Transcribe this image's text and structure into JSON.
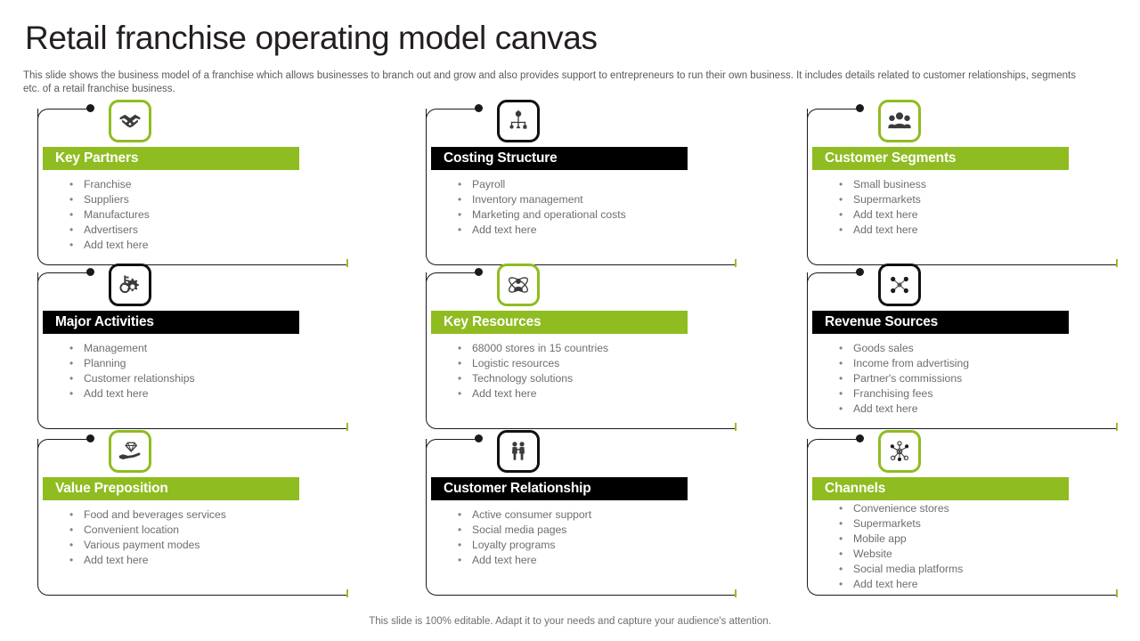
{
  "slide": {
    "title": "Retail franchise operating model canvas",
    "subtitle": "This slide shows the business model of a franchise which allows businesses to branch out and grow and also provides support to entrepreneurs to run their own business. It includes details related to customer relationships, segments etc. of a retail franchise business.",
    "footer": "This slide is 100% editable. Adapt it to your needs and capture your audience's attention."
  },
  "colors": {
    "accent_green": "#8fbc20",
    "dark": "#000000",
    "text_grey": "#6d6e71",
    "title_black": "#231f20"
  },
  "cards": [
    {
      "id": "key-partners",
      "title": "Key Partners",
      "theme": "green",
      "icon": "handshake-icon",
      "items": [
        "Franchise",
        "Suppliers",
        "Manufactures",
        "Advertisers",
        "Add text here"
      ]
    },
    {
      "id": "costing-structure",
      "title": "Costing Structure",
      "theme": "dark",
      "icon": "cost-structure-tree-icon",
      "items": [
        "Payroll",
        "Inventory  management",
        "Marketing and operational  costs",
        "Add text here"
      ]
    },
    {
      "id": "customer-segments",
      "title": "Customer Segments",
      "theme": "green",
      "icon": "customer-group-icon",
      "items": [
        "Small business",
        "Supermarkets",
        "Add text here",
        "Add text here"
      ]
    },
    {
      "id": "major-activities",
      "title": "Major Activities",
      "theme": "dark",
      "icon": "key-gear-icon",
      "items": [
        "Management",
        "Planning",
        "Customer relationships",
        "Add text here"
      ]
    },
    {
      "id": "key-resources",
      "title": "Key Resources",
      "theme": "green",
      "icon": "resource-person-icon",
      "items": [
        "68000 stores in 15 countries",
        "Logistic resources",
        "Technology  solutions",
        "Add text here"
      ]
    },
    {
      "id": "revenue-sources",
      "title": "Revenue Sources",
      "theme": "dark",
      "icon": "revenue-network-icon",
      "items": [
        "Goods sales",
        "Income from advertising",
        "Partner's commissions",
        "Franchising fees",
        "Add text here"
      ]
    },
    {
      "id": "value-preposition",
      "title": "Value Preposition",
      "theme": "green",
      "icon": "hand-gem-icon",
      "items": [
        "Food and beverages  services",
        "Convenient  location",
        "Various  payment modes",
        "Add text here"
      ]
    },
    {
      "id": "customer-relationship",
      "title": "Customer Relationship",
      "theme": "dark",
      "icon": "two-people-icon",
      "items": [
        "Active consumer support",
        "Social media  pages",
        "Loyalty programs",
        "Add text here"
      ]
    },
    {
      "id": "channels",
      "title": "Channels",
      "theme": "green",
      "icon": "hub-network-icon",
      "items": [
        "Convenience  stores",
        "Supermarkets",
        "Mobile  app",
        "Website",
        "Social media  platforms",
        "Add text here"
      ]
    }
  ],
  "bullet_glyph": "•"
}
